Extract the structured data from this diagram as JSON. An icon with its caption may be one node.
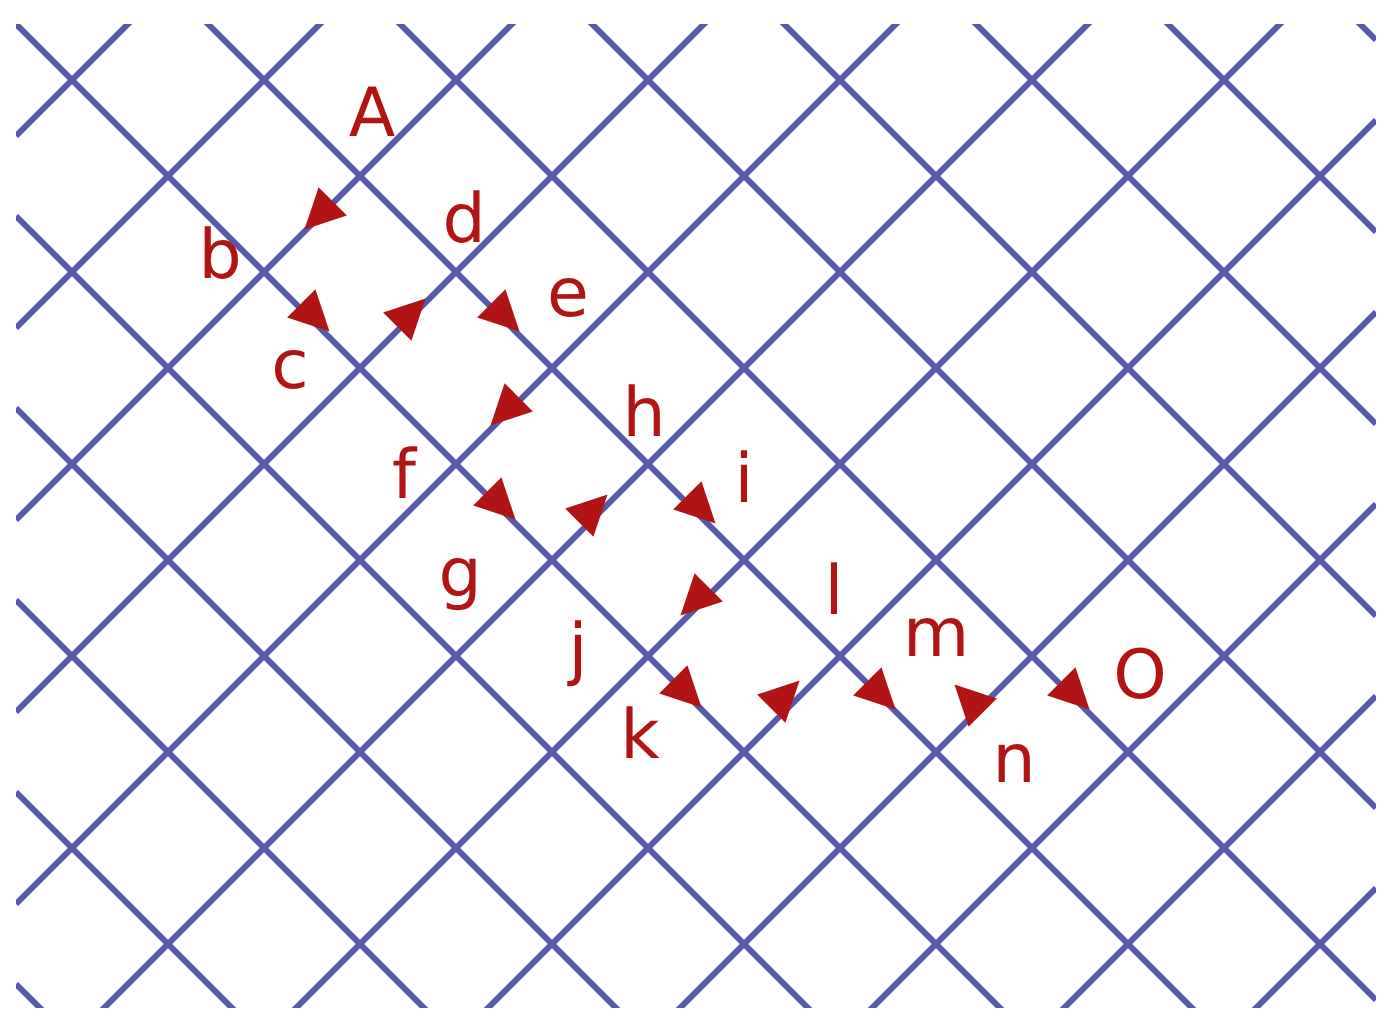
{
  "diagram": {
    "labels": [
      "A",
      "d",
      "b",
      "e",
      "c",
      "h",
      "f",
      "i",
      "g",
      "l",
      "m",
      "j",
      "O",
      "k",
      "n"
    ]
  }
}
